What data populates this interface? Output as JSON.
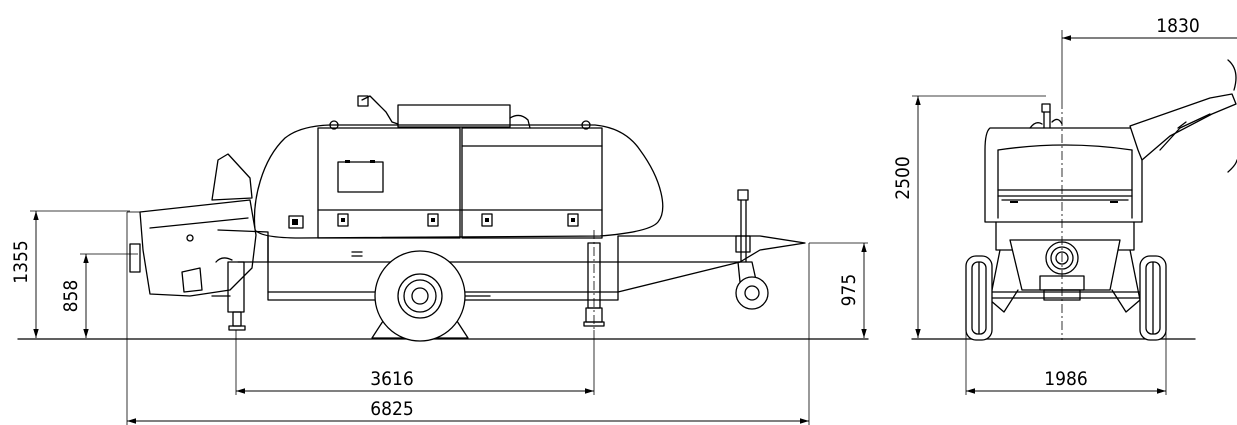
{
  "dimensions": {
    "side_length_support": "3616",
    "side_total_length": "6825",
    "side_total_height": "1355",
    "side_hopper_height": "858",
    "side_tow_height": "975",
    "rear_width": "1986",
    "rear_height": "2500",
    "rear_hopper_reach": "1830"
  },
  "colors": {
    "line": "#000000",
    "background": "#ffffff"
  }
}
